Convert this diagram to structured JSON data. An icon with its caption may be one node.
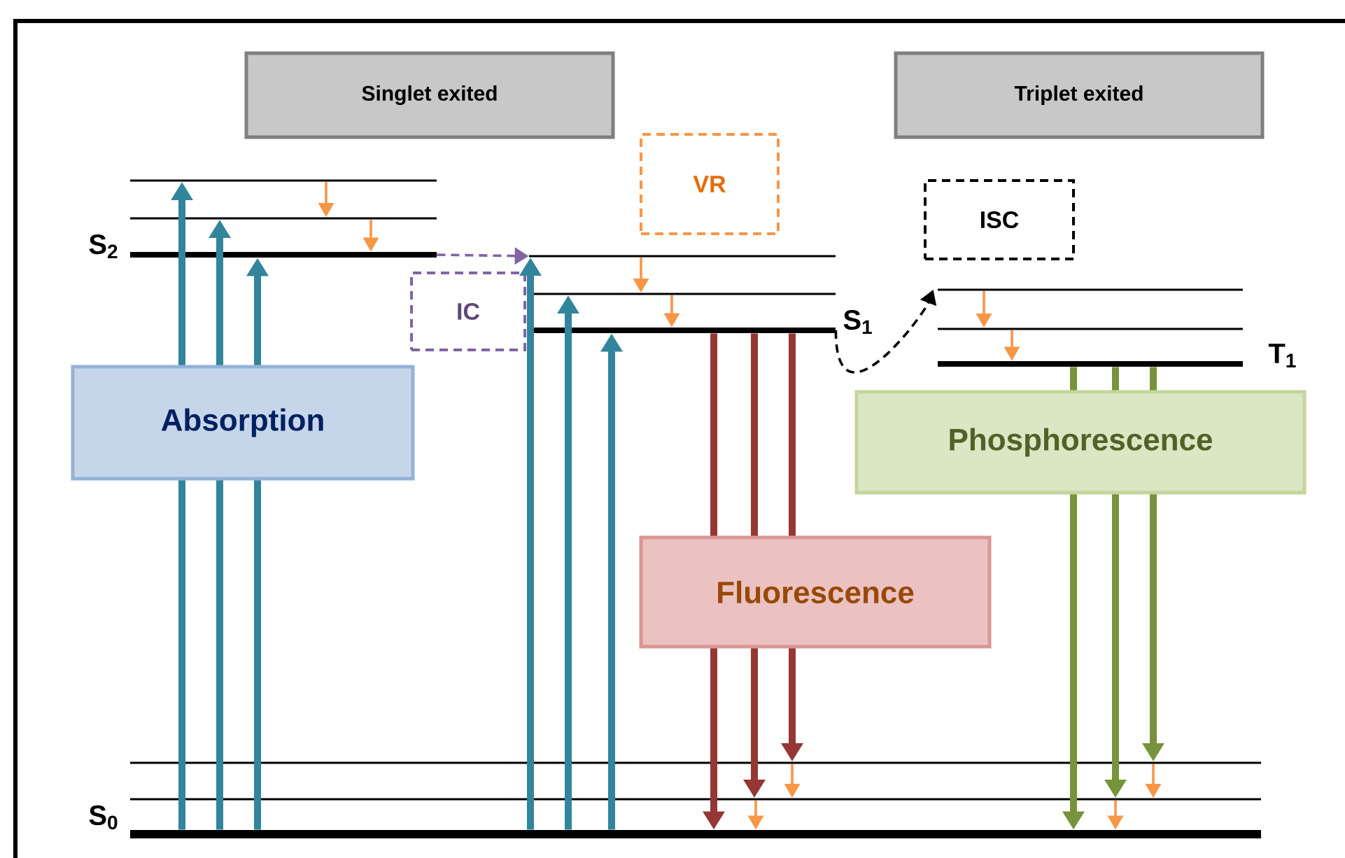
{
  "diagram": {
    "nodes": [
      {
        "text": [
          "Singlet exited"
        ]
      },
      {
        "text": [
          "Triplet exited"
        ]
      },
      {
        "text": [
          "VR"
        ]
      },
      {
        "text": [
          "ISC"
        ]
      },
      {
        "text": [
          "IC"
        ]
      },
      {
        "text": [],
        "shape": "bar"
      },
      {
        "text": [],
        "shape": "bar"
      },
      {
        "text": [],
        "shape": "bar",
        "beside": [
          "S$_{2}$"
        ]
      },
      {
        "text": [],
        "shape": "bar"
      },
      {
        "text": [],
        "shape": "bar"
      },
      {
        "text": [],
        "shape": "bar",
        "beside": [
          "S$_{1}$"
        ]
      },
      {
        "text": [],
        "shape": "bar"
      },
      {
        "text": [],
        "shape": "bar"
      },
      {
        "text": [],
        "shape": "bar",
        "beside": [
          "T$_{1}$"
        ]
      },
      {
        "text": [],
        "shape": "bar"
      },
      {
        "text": [],
        "shape": "bar"
      },
      {
        "text": [],
        "shape": "bar",
        "beside": [
          "S$_{0}$"
        ]
      }
    ],
    "edges": [
      {
        "from": 7,
        "to": 8,
        "arrow": "to",
        "style": "dashed",
        "color": "#8064a2"
      },
      {
        "from": 10,
        "to": 11,
        "arrow": "to",
        "style": "dashed",
        "color": "#000000"
      },
      {
        "from": 16,
        "to": 5,
        "arrow": "to",
        "style": "thick",
        "color": "#31859c"
      },
      {
        "from": 16,
        "to": 6,
        "arrow": "to",
        "style": "thick",
        "color": "#31859c"
      },
      {
        "from": 16,
        "to": 7,
        "arrow": "to",
        "style": "thick",
        "color": "#31859c"
      },
      {
        "from": 16,
        "to": 8,
        "arrow": "to",
        "style": "thick",
        "color": "#31859c"
      },
      {
        "from": 16,
        "to": 9,
        "arrow": "to",
        "style": "thick",
        "color": "#31859c"
      },
      {
        "from": 16,
        "to": 10,
        "arrow": "to",
        "style": "thick",
        "color": "#31859c"
      },
      {
        "from": 5,
        "to": 6,
        "arrow": "to"
      },
      {
        "from": 6,
        "to": 7,
        "arrow": "to"
      },
      {
        "from": 8,
        "to": 9,
        "arrow": "to"
      },
      {
        "from": 9,
        "to": 10,
        "arrow": "to"
      },
      {
        "from": 11,
        "to": 12,
        "arrow": "to"
      },
      {
        "from": 12,
        "to": 13,
        "arrow": "to"
      },
      {
        "from": 10,
        "to": 16,
        "arrow": "to",
        "style": "thick",
        "color": "#953735"
      },
      {
        "from": 10,
        "to": 15,
        "arrow": "to",
        "style": "thick",
        "color": "#953735"
      },
      {
        "from": 10,
        "to": 14,
        "arrow": "to",
        "style": "thick",
        "color": "#953735"
      },
      {
        "from": 15,
        "to": 16,
        "arrow": "to"
      },
      {
        "from": 14,
        "to": 15,
        "arrow": "to"
      },
      {
        "from": 13,
        "to": 16,
        "arrow": "to",
        "style": "thick",
        "color": "#77933c"
      },
      {
        "from": 13,
        "to": 15,
        "arrow": "to",
        "style": "thick",
        "color": "#77933c"
      },
      {
        "from": 13,
        "to": 14,
        "arrow": "to",
        "style": "thick",
        "color": "#77933c"
      },
      {
        "from": 15,
        "to": 16,
        "arrow": "to"
      },
      {
        "from": 14,
        "to": 15,
        "arrow": "to"
      }
    ],
    "labels": [
      "Absorption",
      "Phosphorescence",
      "Fluorescence"
    ]
  }
}
